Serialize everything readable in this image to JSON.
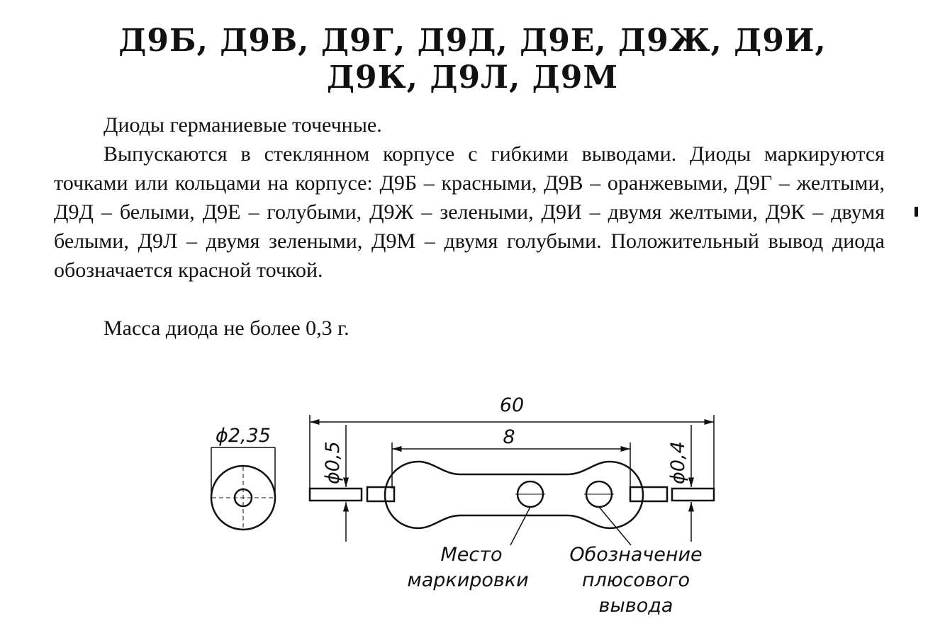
{
  "title": {
    "line1": "Д9Б, Д9В, Д9Г, Д9Д, Д9Е, Д9Ж, Д9И,",
    "line2": "Д9К, Д9Л, Д9М"
  },
  "paragraphs": {
    "type_line": "Диоды германиевые точечные.",
    "description": "Выпускаются в стеклянном корпусе с гибкими выводами. Диоды маркируются точками или кольцами на корпусе: Д9Б – красными, Д9В – оранжевыми, Д9Г – желтыми, Д9Д – белыми, Д9Е – голубыми, Д9Ж – зелеными, Д9И – двумя желтыми, Д9К – двумя белыми, Д9Л – двумя зелеными, Д9М – двумя голубыми. Положительный вывод диода обозначается красной точкой.",
    "mass": "Масса диода не более 0,3 г."
  },
  "drawing": {
    "dim_total_length": "60",
    "dim_body_length": "8",
    "dim_body_diameter": "ϕ2,35",
    "dim_lead_left": "ϕ0,5",
    "dim_lead_right": "ϕ0,4",
    "caption_marking": [
      "Место",
      "маркировки"
    ],
    "caption_plus": [
      "Обозначение",
      "плюсового",
      "вывода"
    ]
  }
}
